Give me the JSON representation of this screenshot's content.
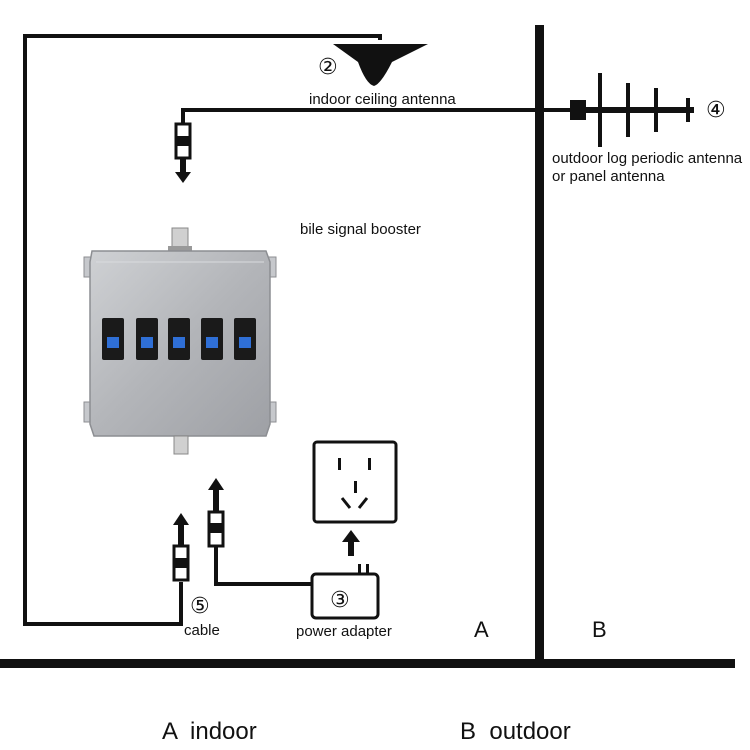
{
  "labels": {
    "num_2": "②",
    "ceiling_antenna": "indoor ceiling antenna",
    "num_4": "④",
    "outdoor_antenna": "outdoor log periodic antenna or panel antenna",
    "booster": "bile signal booster",
    "num_3": "③",
    "power_adapter": "power adapter",
    "num_5": "⑤",
    "cable": "cable",
    "zone_a": "A",
    "zone_b": "B",
    "legend_a": "A  indoor",
    "legend_b": "B  outdoor"
  },
  "colors": {
    "line": "#111111",
    "booster_body": "#b4b6ba",
    "display": "#1a1a1a",
    "screen": "#2f6fd6"
  }
}
